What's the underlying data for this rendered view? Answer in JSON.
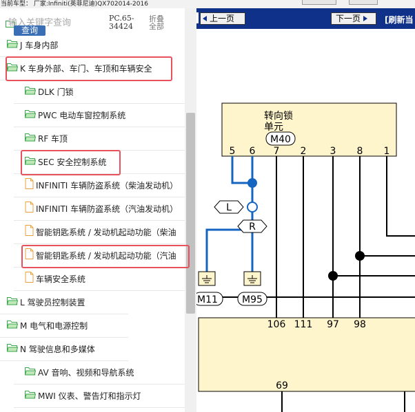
{
  "topbar": {
    "vehicle": "当前车型：  厂家:Infiniti(英菲尼迪)QX702014-2016"
  },
  "left": {
    "search_placeholder": "输入关键字查询",
    "query_label": "查询",
    "pc_code": "PC.65-34424",
    "fold_label": "折叠全部",
    "items": [
      {
        "label": "J 车身内部",
        "type": "folder",
        "level": 0
      },
      {
        "label": "K 车身外部、车门、车顶和车辆安全",
        "type": "folder",
        "level": 0
      },
      {
        "label": "DLK 门锁",
        "type": "folder",
        "level": 1
      },
      {
        "label": "PWC 电动车窗控制系统",
        "type": "folder",
        "level": 1
      },
      {
        "label": "RF 车顶",
        "type": "folder",
        "level": 1
      },
      {
        "label": "SEC 安全控制系统",
        "type": "folder",
        "level": 1
      },
      {
        "label": "INFINITI 车辆防盗系统（柴油发动机）",
        "type": "doc",
        "level": 1
      },
      {
        "label": "INFINITI 车辆防盗系统（汽油发动机）",
        "type": "doc",
        "level": 1
      },
      {
        "label": "智能钥匙系统 / 发动机起动功能（柴油",
        "type": "doc",
        "level": 1
      },
      {
        "label": "智能钥匙系统 / 发动机起动功能（汽油",
        "type": "doc",
        "level": 1
      },
      {
        "label": "车辆安全系统",
        "type": "doc",
        "level": 1
      },
      {
        "label": "L 驾驶员控制装置",
        "type": "folder",
        "level": 0
      },
      {
        "label": "M 电气和电源控制",
        "type": "folder",
        "level": 0
      },
      {
        "label": "N 驾驶信息和多媒体",
        "type": "folder",
        "level": 0
      },
      {
        "label": "AV 音响、视频和导航系统",
        "type": "folder",
        "level": 1
      },
      {
        "label": "MWI 仪表、警告灯和指示灯",
        "type": "folder",
        "level": 1
      }
    ]
  },
  "viewer": {
    "prev_label": "上一页",
    "next_label": "下一页",
    "refresh_label": "[刷新当",
    "component_name_1": "转向锁",
    "component_name_2": "单元",
    "component_code": "M40",
    "pins": [
      "5",
      "6",
      "7",
      "2",
      "3",
      "8",
      "1"
    ],
    "connector_L": "L",
    "connector_R": "R",
    "ground_1": "M11",
    "ground_2": "M95",
    "bottom_pins": [
      "106",
      "111",
      "97",
      "98"
    ],
    "pin_69": "69"
  },
  "colors": {
    "nav_blue": "#10318a",
    "highlight": "#e8505b",
    "wire_blue": "#1565c0",
    "box_yellow": "#fff5cc"
  }
}
